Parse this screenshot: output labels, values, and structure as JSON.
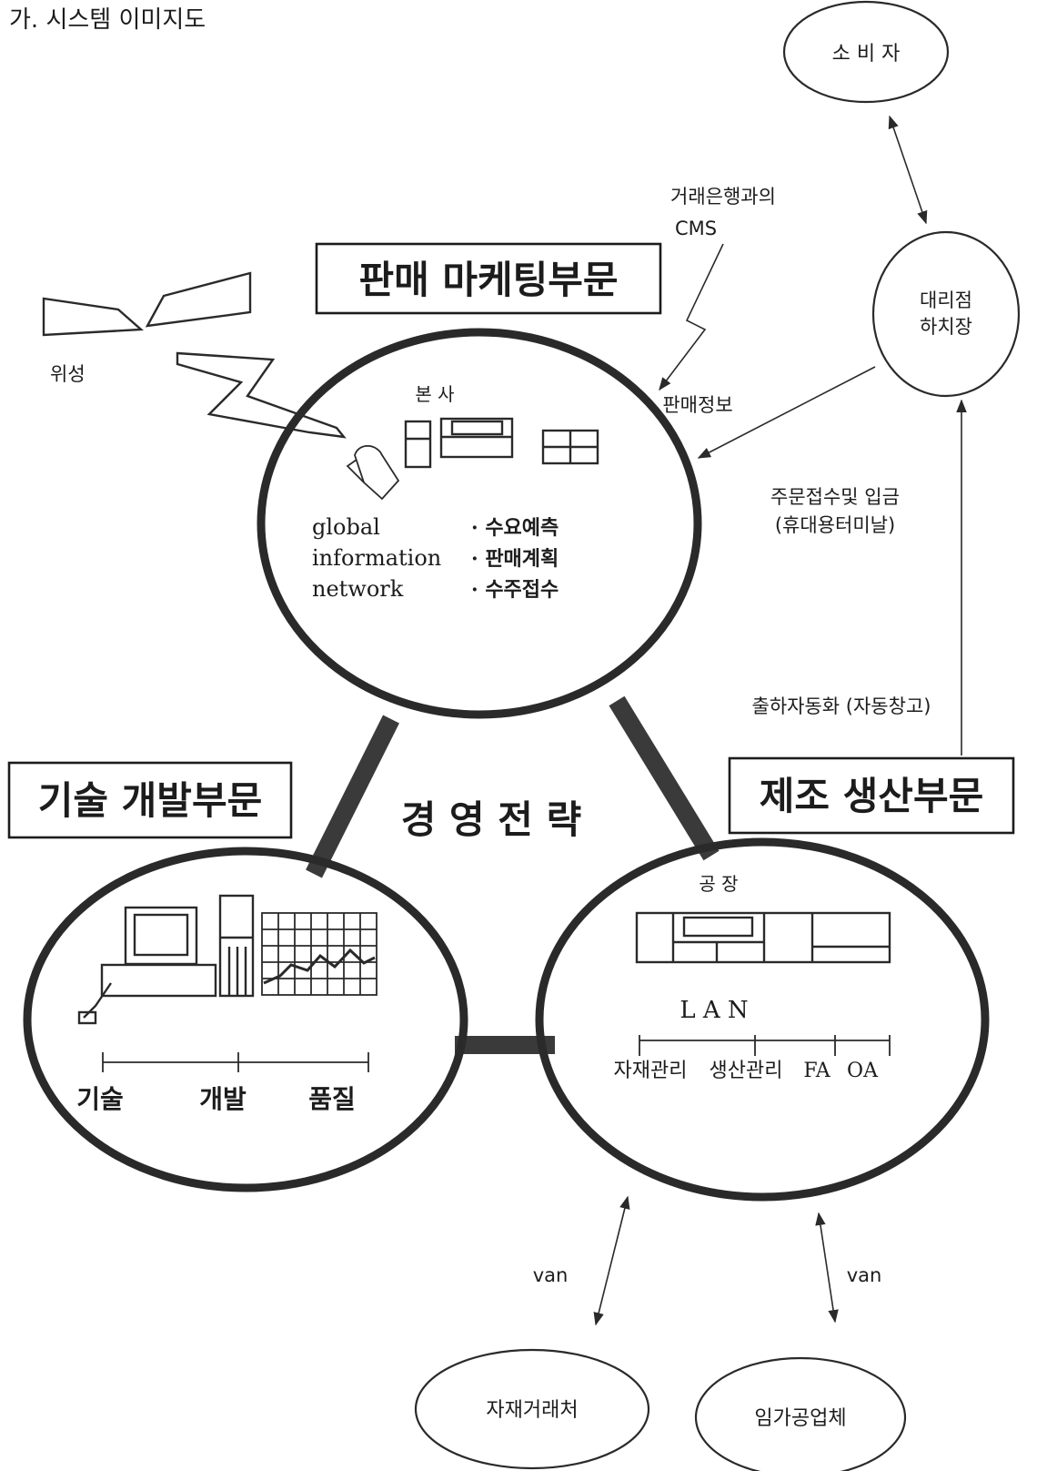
{
  "header": {
    "title": "가. 시스템 이미지도"
  },
  "departments": {
    "sales": "판매 마케팅부문",
    "tech": "기술 개발부문",
    "manufacturing": "제조 생산부문"
  },
  "center": {
    "label": "경 영 전 략"
  },
  "head_office": {
    "label": "본 사",
    "network_lines": [
      "global",
      "information",
      "network"
    ],
    "tasks": [
      "· 수요예측",
      "· 판매계획",
      "· 수주접수"
    ]
  },
  "tech_circle": {
    "items": [
      "기술",
      "개발",
      "품질"
    ]
  },
  "factory": {
    "label": "공 장",
    "lan": "L A N",
    "items": [
      "자재관리",
      "생산관리",
      "FA",
      "OA"
    ]
  },
  "external": {
    "consumer": "소 비 자",
    "agency": [
      "대리점",
      "하치장"
    ],
    "supplier": "자재거래처",
    "subcontractor": "임가공업체",
    "satellite": "위성"
  },
  "flows": {
    "cms": [
      "거래은행과의",
      "CMS"
    ],
    "sales_info": "판매정보",
    "orders": [
      "주문접수및 입금",
      "(휴대용터미날)"
    ],
    "shipping": "출하자동화 (자동창고)",
    "van_left": "van",
    "van_right": "van"
  }
}
